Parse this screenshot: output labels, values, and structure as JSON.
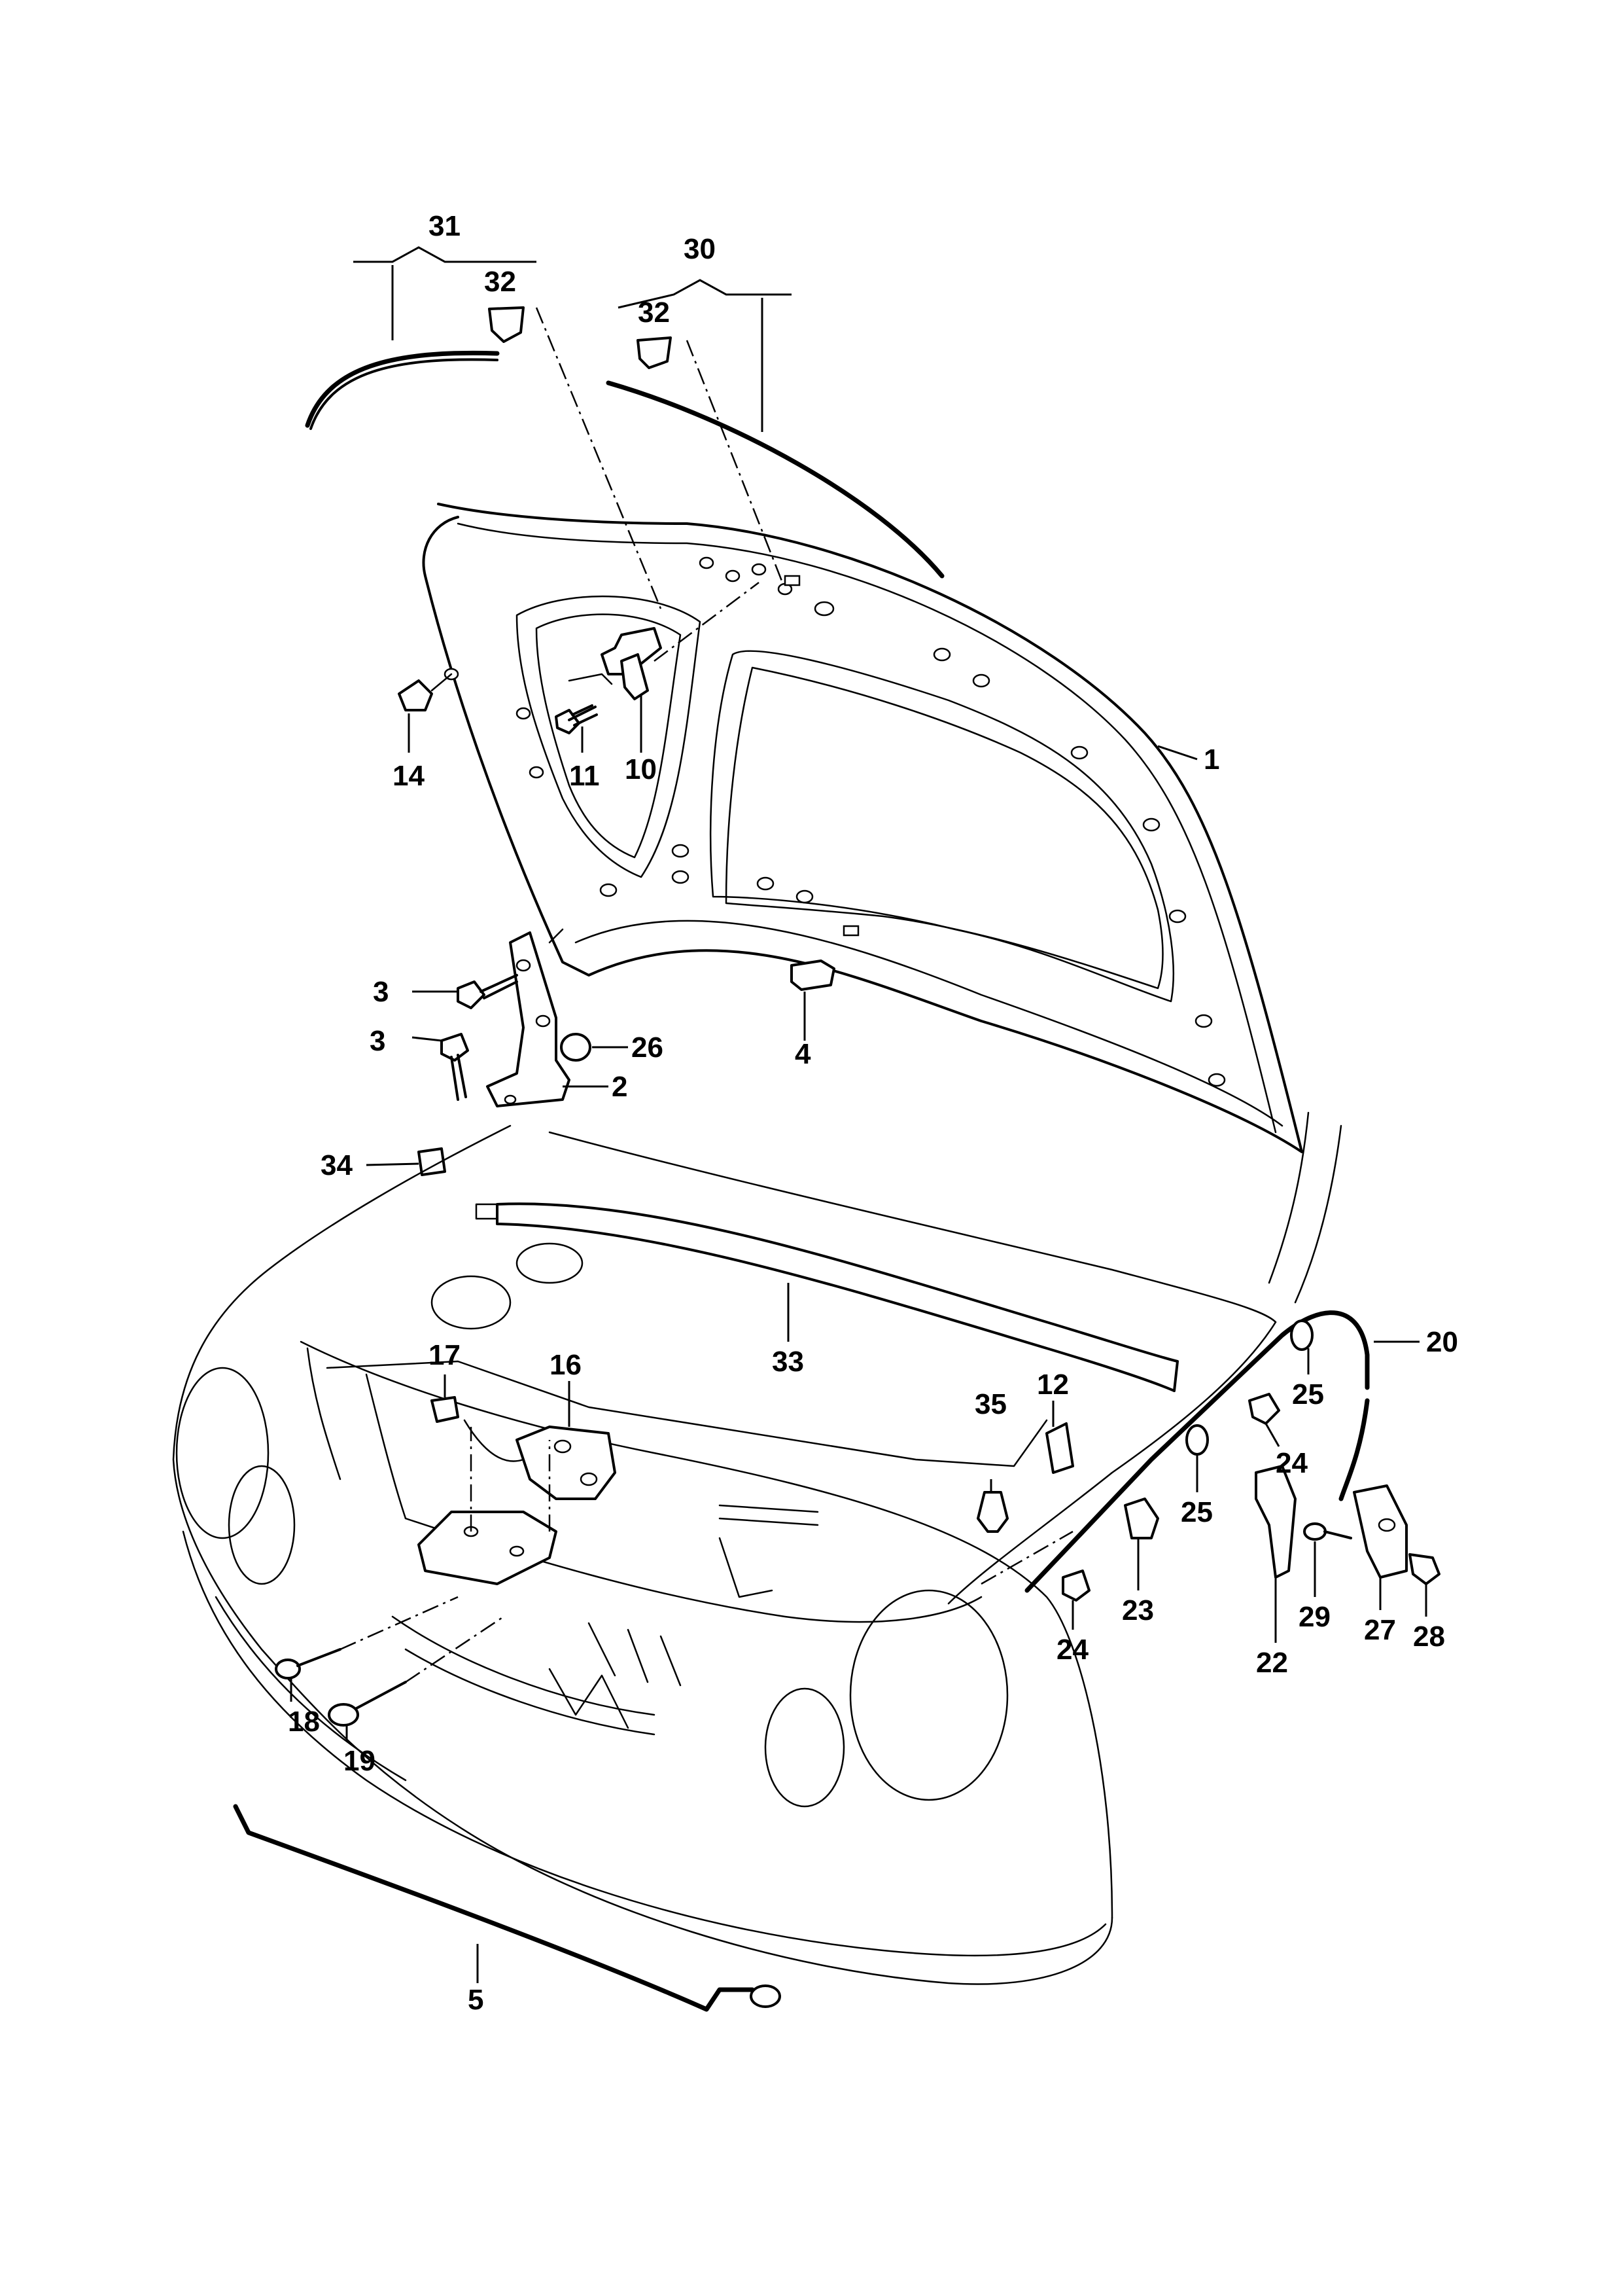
{
  "diagram": {
    "type": "exploded-parts-diagram",
    "callouts": {
      "c1": "1",
      "c2": "2",
      "c3a": "3",
      "c3b": "3",
      "c4": "4",
      "c5": "5",
      "c10": "10",
      "c11": "11",
      "c12": "12",
      "c14": "14",
      "c16": "16",
      "c17": "17",
      "c18": "18",
      "c19": "19",
      "c20": "20",
      "c22": "22",
      "c23": "23",
      "c24a": "24",
      "c24b": "24",
      "c25a": "25",
      "c25b": "25",
      "c26": "26",
      "c27": "27",
      "c28": "28",
      "c29": "29",
      "c30": "30",
      "c31": "31",
      "c32a": "32",
      "c32b": "32",
      "c33": "33",
      "c34": "34",
      "c35": "35"
    }
  }
}
